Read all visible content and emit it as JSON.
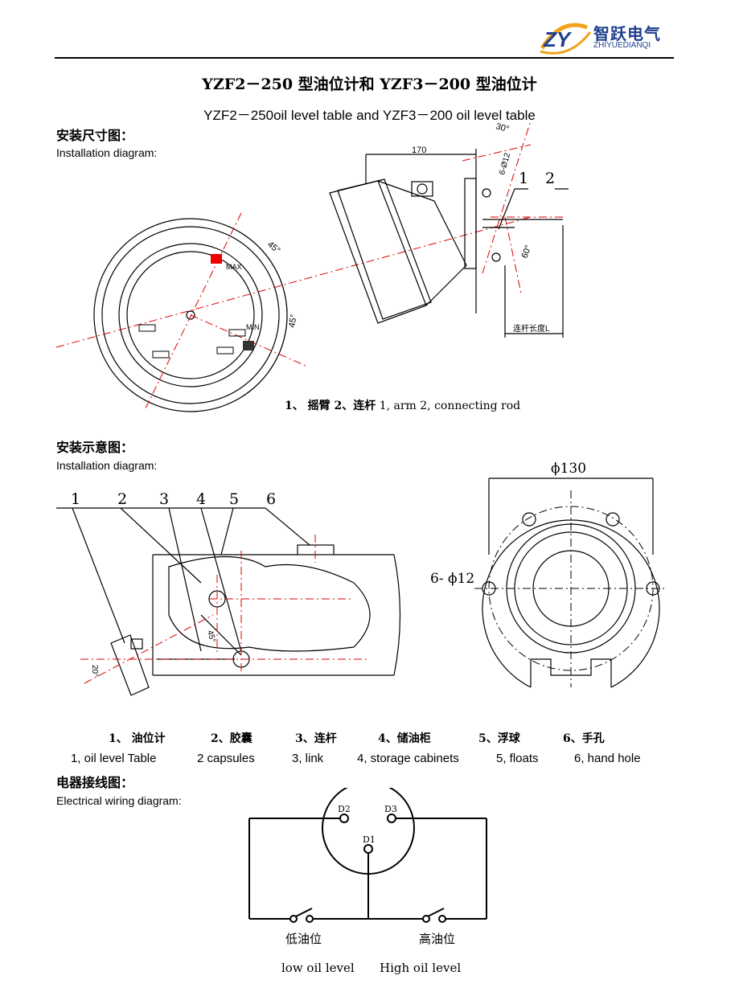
{
  "header": {
    "logo_mark": "ZY",
    "brand_cn": "智跃电气",
    "brand_en": "ZHIYUEDIANQI"
  },
  "title": "YZF2－250 型油位计和 YZF3－200 型油位计",
  "subtitle": "YZF2－250oil level table and YZF3－200 oil level table",
  "section1": {
    "heading_cn": "安装尺寸图：",
    "heading_en": "Installation diagram:",
    "dims": {
      "d170": "170",
      "d30": "30°",
      "d6phi12": "6-Ø12",
      "d45a": "45°",
      "d45b": "45°",
      "d60": "60°",
      "rod_length": "连杆长度L",
      "max": "MAX",
      "min": "MIN",
      "part1": "1",
      "part2": "2"
    },
    "caption_cn": "1、 摇臂   2、连杆",
    "caption_en": "1, arm 2, connecting rod"
  },
  "section2": {
    "heading_cn": "安装示意图：",
    "heading_en": "Installation diagram:",
    "numbers": [
      "1",
      "2",
      "3",
      "4",
      "5",
      "6"
    ],
    "angle_45": "45°",
    "angle_20": "20°",
    "phi130": "ϕ130",
    "phi12": "6- ϕ12",
    "parts_cn": [
      "1、 油位计",
      "2、胶囊",
      "3、连杆",
      "4、储油柜",
      "5、浮球",
      "6、手孔"
    ],
    "parts_en": [
      "1, oil level Table",
      "2 capsules",
      "3, link",
      "4, storage cabinets",
      "5, floats",
      "6, hand hole"
    ]
  },
  "section3": {
    "heading_cn": "电器接线图：",
    "heading_en": "Electrical wiring diagram:",
    "terminals": [
      "D2",
      "D3",
      "D1"
    ],
    "low_cn": "低油位",
    "high_cn": "高油位",
    "low_en": "low oil level",
    "high_en": "High oil level"
  }
}
